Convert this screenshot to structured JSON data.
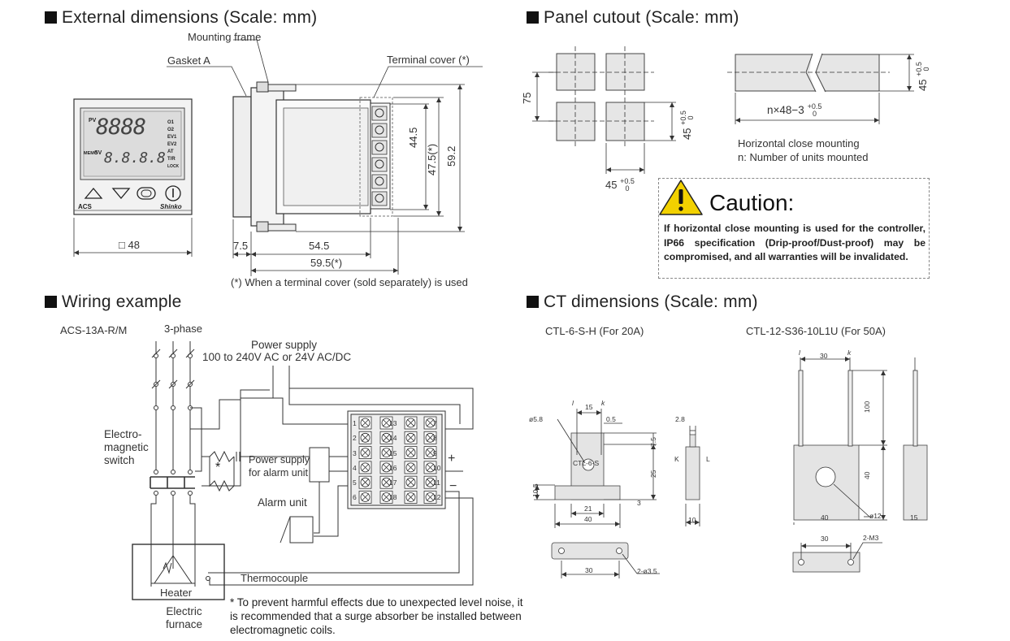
{
  "sections": {
    "external": {
      "title": "External dimensions",
      "scale": "(Scale: mm)"
    },
    "panel": {
      "title": "Panel cutout",
      "scale": "(Scale: mm)"
    },
    "wiring": {
      "title": "Wiring example"
    },
    "ct": {
      "title": "CT dimensions",
      "scale": "(Scale: mm)"
    }
  },
  "external": {
    "labels": {
      "mounting_frame": "Mounting frame",
      "gasket": "Gasket A",
      "terminal_cover": "Terminal cover (*)",
      "footnote": "(*) When a terminal cover (sold separately) is used"
    },
    "dims": {
      "width": "□ 48",
      "d75": "7.5",
      "d545": "54.5",
      "d595": "59.5(*)",
      "d445": "44.5",
      "d475": "47.5(*)",
      "d592": "59.2"
    },
    "front_panel": {
      "pv": "PV",
      "sv": "SV",
      "pv_digits": "8888",
      "sv_digits": "8.8.8.8",
      "indicators": [
        "O1",
        "O2",
        "EV1",
        "EV2",
        "AT",
        "T/R",
        "LOCK"
      ],
      "mode": "MEMO",
      "model": "ACS",
      "brand": "Shinko"
    }
  },
  "panel": {
    "dims": {
      "v75": "75",
      "h45": "45",
      "h45_tol": "+0.5",
      "h45_tol0": "0",
      "v45": "45",
      "nx": "n×48−3",
      "nx_tol": "+0.5",
      "nx_tol0": "0"
    },
    "notes": [
      "Horizontal close mounting",
      "n: Number of units mounted"
    ]
  },
  "caution": {
    "title": "Caution:",
    "icon": "warning-triangle-icon",
    "text": "If horizontal close mounting is used for the controller, IP66 specification (Drip-proof/Dust-proof) may be compromised, and all warranties will be invalidated."
  },
  "wiring": {
    "model": "ACS-13A-R/M",
    "three_phase": "3-phase",
    "power_supply": "Power supply",
    "power_range": "100 to 240V AC or 24V AC/DC",
    "switch": [
      "Electro-",
      "magnetic",
      "switch"
    ],
    "asterisk": "*",
    "alarm_supply": [
      "Power supply",
      "for alarm unit"
    ],
    "alarm_unit": "Alarm unit",
    "thermocouple": "Thermocouple",
    "heater": "Heater",
    "furnace": [
      "Electric",
      "furnace"
    ],
    "plus": "+",
    "minus": "−",
    "terminals_left": [
      "1",
      "2",
      "3",
      "4",
      "5",
      "6"
    ],
    "terminals_mid": [
      "13",
      "14",
      "15",
      "16",
      "17",
      "18"
    ],
    "terminals_right": [
      "7",
      "8",
      "9",
      "10",
      "11",
      "12"
    ],
    "note": "* To prevent harmful effects due to unexpected level noise, it is recommended that a surge absorber be installed between electromagnetic coils."
  },
  "ct": {
    "ct1": {
      "title": "CTL-6-S-H (For 20A)",
      "body_label": "CTL-6-S",
      "dims": {
        "phi58": "ø5.8",
        "d15": "15",
        "d05": "0.5",
        "d75": "7.5",
        "d25": "25",
        "d105": "10.5",
        "d21": "21",
        "d40": "40",
        "d3": "3",
        "d28": "2.8",
        "d10": "10",
        "d30": "30",
        "holes": "2-ø3.5"
      },
      "leads": {
        "l": "l",
        "k": "k",
        "K": "K",
        "L": "L"
      }
    },
    "ct2": {
      "title": "CTL-12-S36-10L1U (For 50A)",
      "dims": {
        "d30": "30",
        "d100": "100",
        "d40a": "40",
        "d40b": "40",
        "phi12": "ø12",
        "d15": "15",
        "d30b": "30",
        "m3": "2-M3"
      },
      "leads": {
        "l": "l",
        "k": "k"
      }
    }
  }
}
